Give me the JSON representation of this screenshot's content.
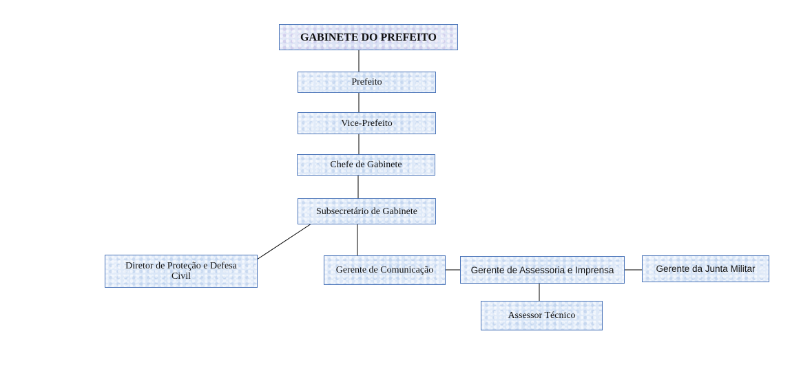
{
  "org_chart": {
    "title": "GABINETE DO PREFEITO",
    "prefeito": "Prefeito",
    "vice_prefeito": "Vice-Prefeito",
    "chefe_gabinete": "Chefe de Gabinete",
    "subsecretario": "Subsecretário de Gabinete",
    "diretor_protecao": "Diretor de Proteção e Defesa Civil",
    "gerente_comunicacao": "Gerente de Comunicação",
    "gerente_assessoria": "Gerente de Assessoria e Imprensa",
    "gerente_junta": "Gerente da Junta Militar",
    "assessor_tecnico": "Assessor Técnico"
  },
  "colors": {
    "box_border": "#4a74b8",
    "box_fill": "#dde9f7",
    "connector": "#000000"
  }
}
